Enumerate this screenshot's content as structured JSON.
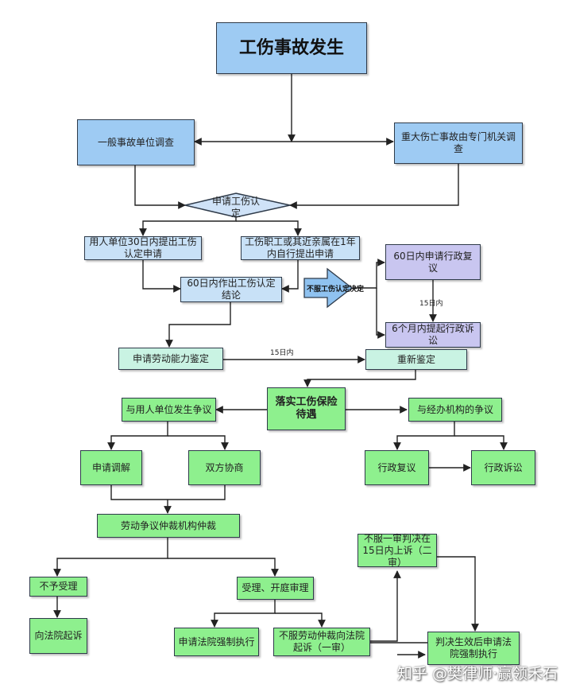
{
  "nodes": {
    "accident": "工伤事故发生",
    "general_investigation": "一般事故单位调查",
    "major_investigation": "重大伤亡事故由专门机关调查",
    "apply_recognition": "申请工伤认定",
    "employer_apply": "用人单位30日内提出工伤认定申请",
    "worker_apply": "工伤职工或其近亲属在1年内自行提出申请",
    "conclusion_60": "60日内作出工伤认定结论",
    "not_accept_decision": "不服工伤认定决定",
    "admin_review_60": "60日内申请行政复议",
    "admin_litigation_6m": "6个月内提起行政诉讼",
    "labor_ability": "申请劳动能力鉴定",
    "re_appraisal": "重新鉴定",
    "implement_benefits": "落实工伤保险待遇",
    "dispute_employer": "与用人单位发生争议",
    "dispute_agency": "与经办机构的争议",
    "mediation": "申请调解",
    "negotiation": "双方协商",
    "admin_review": "行政复议",
    "admin_litigation": "行政诉讼",
    "arbitration": "劳动争议仲裁机构仲裁",
    "not_accepted": "不予受理",
    "accepted_trial": "受理、开庭审理",
    "sue_court": "向法院起诉",
    "appeal_second": "不服一审判决在15日内上诉（二审）",
    "enforce_apply": "申请法院强制执行",
    "sue_first": "不服劳动仲裁向法院起诉（一审）",
    "judgment_enforce": "判决生效后申请法院强制执行"
  },
  "labels": {
    "fifteen_days_a": "15日内",
    "fifteen_days_b": "15日内"
  },
  "watermark": "知乎 @樊律师·赢领禾石"
}
